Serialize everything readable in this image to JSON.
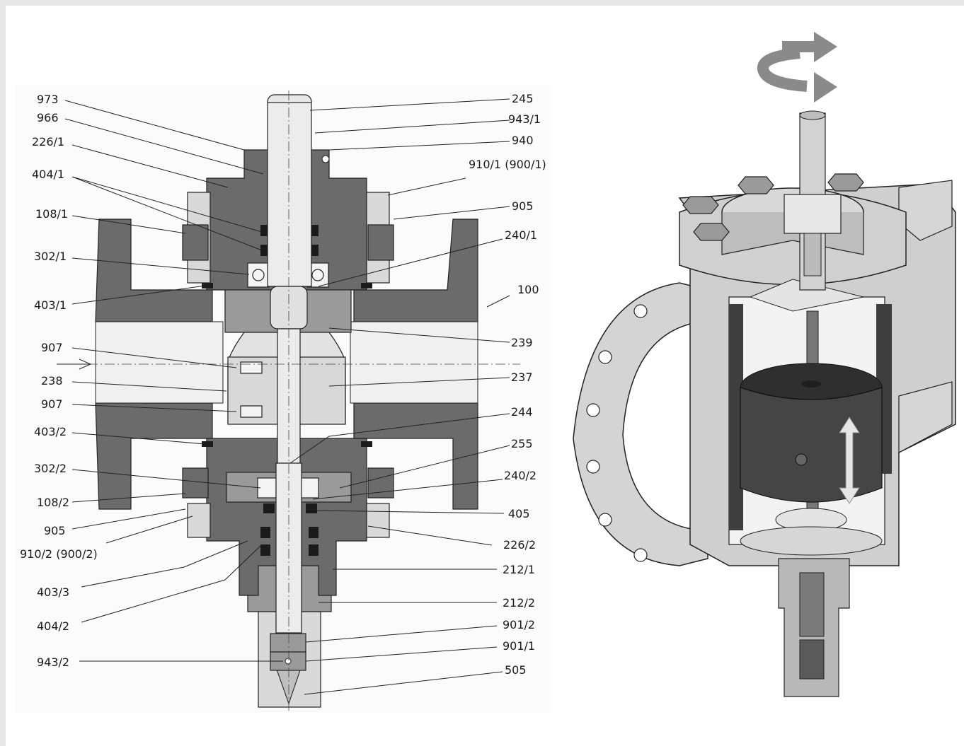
{
  "diagram": {
    "section_view": {
      "labels_left": [
        {
          "id": "l973",
          "text": "973"
        },
        {
          "id": "l966",
          "text": "966"
        },
        {
          "id": "l226_1",
          "text": "226/1"
        },
        {
          "id": "l404_1",
          "text": "404/1"
        },
        {
          "id": "l108_1",
          "text": "108/1"
        },
        {
          "id": "l302_1",
          "text": "302/1"
        },
        {
          "id": "l403_1",
          "text": "403/1"
        },
        {
          "id": "l907a",
          "text": "907"
        },
        {
          "id": "l238",
          "text": "238"
        },
        {
          "id": "l907b",
          "text": "907"
        },
        {
          "id": "l403_2",
          "text": "403/2"
        },
        {
          "id": "l302_2",
          "text": "302/2"
        },
        {
          "id": "l108_2",
          "text": "108/2"
        },
        {
          "id": "l905b",
          "text": "905"
        },
        {
          "id": "l910_2",
          "text": "910/2 (900/2)"
        },
        {
          "id": "l403_3",
          "text": "403/3"
        },
        {
          "id": "l404_2",
          "text": "404/2"
        },
        {
          "id": "l943_2",
          "text": "943/2"
        }
      ],
      "labels_right": [
        {
          "id": "r245",
          "text": "245"
        },
        {
          "id": "r943_1",
          "text": "943/1"
        },
        {
          "id": "r940",
          "text": "940"
        },
        {
          "id": "r910_1",
          "text": "910/1 (900/1)"
        },
        {
          "id": "r905",
          "text": "905"
        },
        {
          "id": "r240_1",
          "text": "240/1"
        },
        {
          "id": "r100",
          "text": "100"
        },
        {
          "id": "r239",
          "text": "239"
        },
        {
          "id": "r237",
          "text": "237"
        },
        {
          "id": "r244",
          "text": "244"
        },
        {
          "id": "r255",
          "text": "255"
        },
        {
          "id": "r240_2",
          "text": "240/2"
        },
        {
          "id": "r405",
          "text": "405"
        },
        {
          "id": "r226_2",
          "text": "226/2"
        },
        {
          "id": "r212_1",
          "text": "212/1"
        },
        {
          "id": "r212_2",
          "text": "212/2"
        },
        {
          "id": "r901_2",
          "text": "901/2"
        },
        {
          "id": "r901_1",
          "text": "901/1"
        },
        {
          "id": "r505",
          "text": "505"
        }
      ]
    },
    "cutaway_view": {
      "rotation_arrow_icon": "rotate-arrow-icon",
      "stroke_arrow_icon": "double-vertical-arrow-icon",
      "colors": {
        "light": "#d7d7d7",
        "mid": "#9b9b9b",
        "dark": "#4a4a4a",
        "arrow": "#888888"
      }
    }
  }
}
